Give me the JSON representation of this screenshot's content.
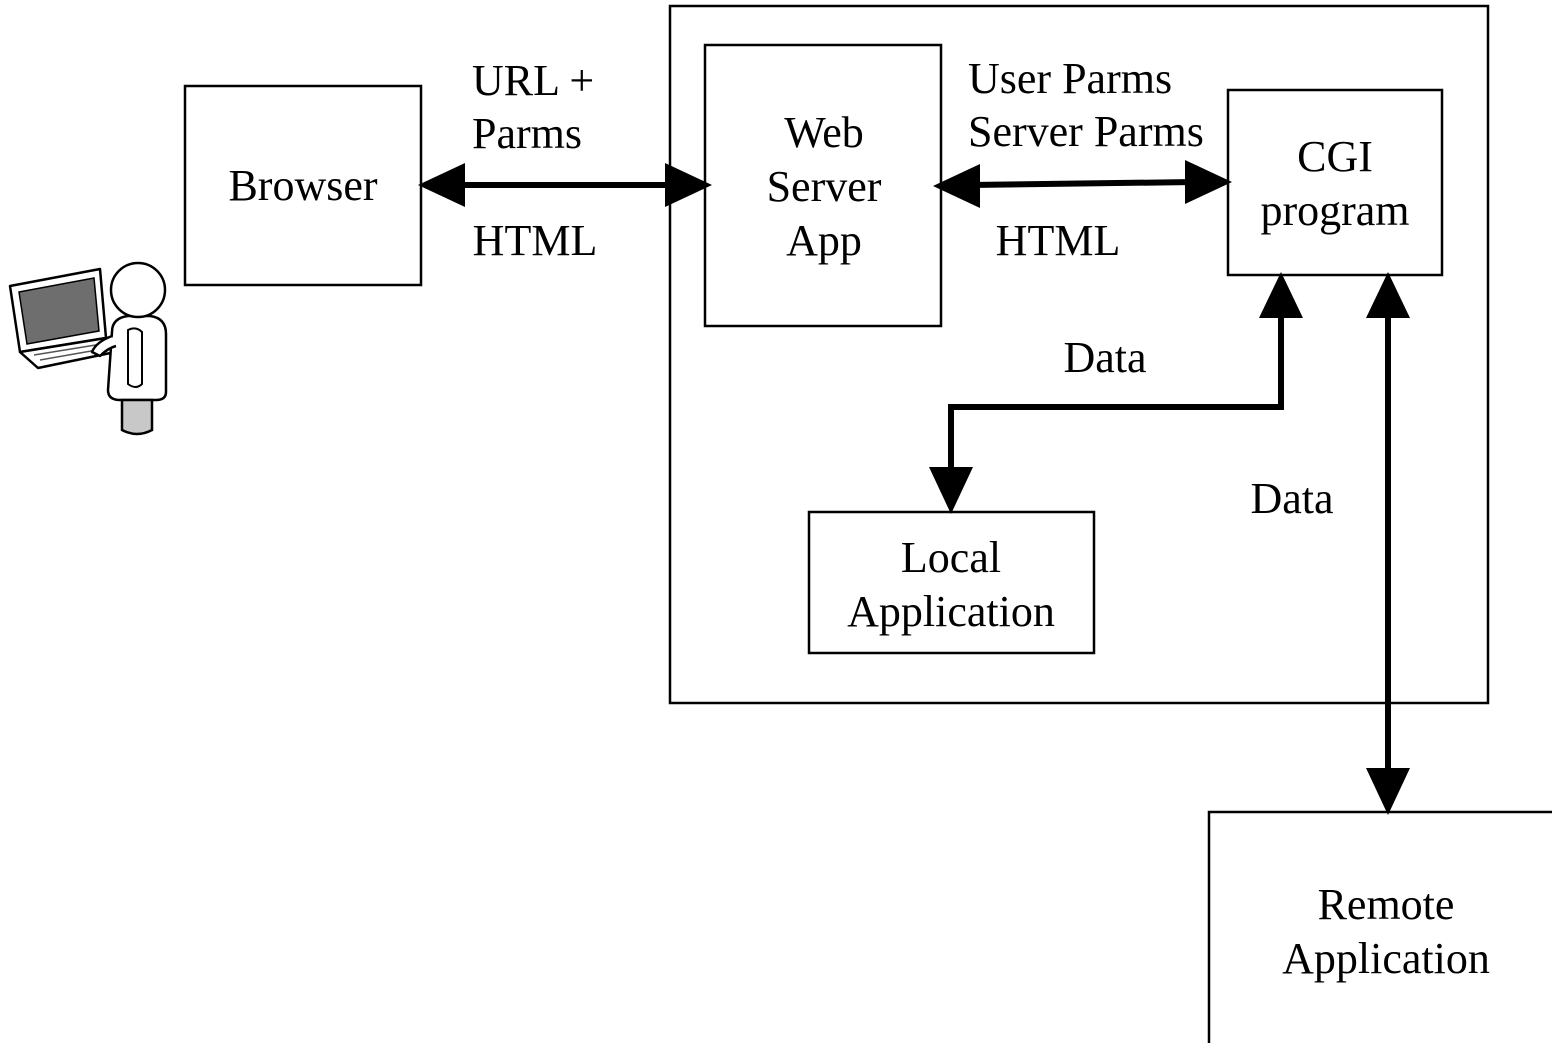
{
  "nodes": {
    "browser": {
      "label": "Browser"
    },
    "web_server_app": {
      "lines": [
        "Web",
        "Server",
        "App"
      ]
    },
    "cgi_program": {
      "lines": [
        "CGI",
        "program"
      ]
    },
    "local_application": {
      "lines": [
        "Local",
        "Application"
      ]
    },
    "remote_application": {
      "lines": [
        "Remote",
        "Application"
      ]
    }
  },
  "edges": {
    "browser_webserver": {
      "top_lines": [
        "URL +",
        "Parms"
      ],
      "bottom": "HTML"
    },
    "webserver_cgi": {
      "top_lines": [
        "User Parms",
        "Server Parms"
      ],
      "bottom": "HTML"
    },
    "cgi_local": {
      "label": "Data"
    },
    "cgi_remote": {
      "label": "Data"
    }
  },
  "icons": {
    "user": "user-at-laptop-icon"
  }
}
